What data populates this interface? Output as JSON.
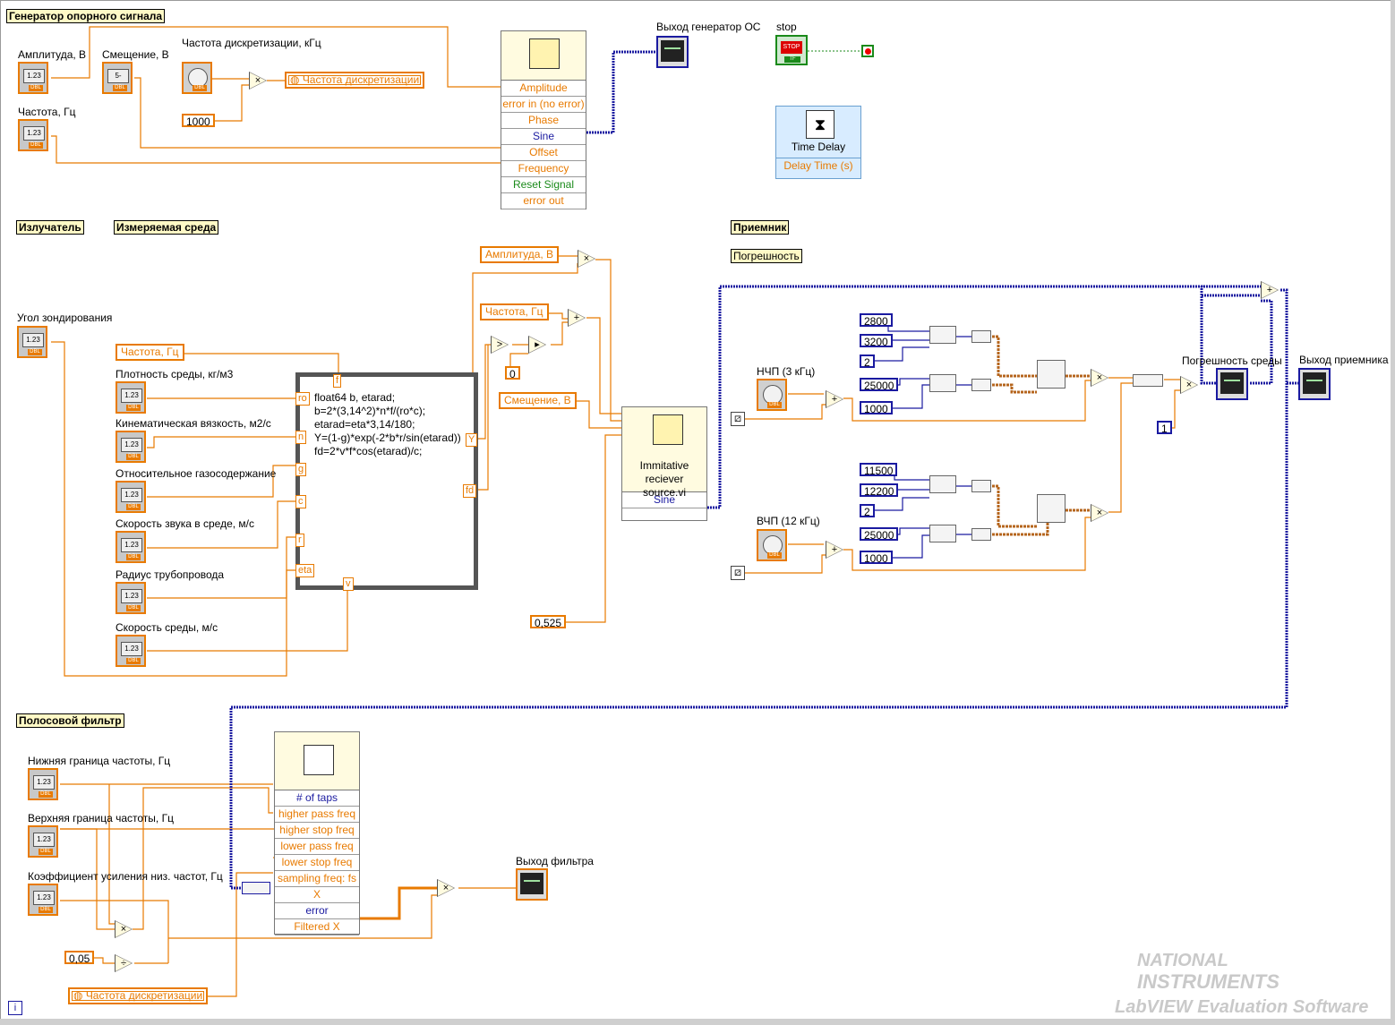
{
  "sections": {
    "generator": "Генератор опорного сигнала",
    "emitter": "Излучатель",
    "medium": "Измеряемая среда",
    "receiver": "Приемник",
    "error": "Погрешность",
    "filter": "Полосовой фильтр"
  },
  "generator": {
    "amplitude_label": "Амплитуда, В",
    "offset_label": "Смещение, В",
    "sample_rate_label": "Частота дискретизации, кГц",
    "frequency_label": "Частота, Гц",
    "const_1000": "1000",
    "local_sample_rate": "Частота дискретизации",
    "output_label": "Выход генератор ОС",
    "node_rows": [
      "Amplitude",
      "error in (no error)",
      "Phase",
      "Sine",
      "Offset",
      "Frequency",
      "Reset Signal",
      "error out"
    ]
  },
  "stop": {
    "label": "stop",
    "face": "STOP",
    "tf": "TF"
  },
  "time_delay": {
    "title": "Time Delay",
    "sub": "Delay Time (s)"
  },
  "medium": {
    "angle_label": "Угол зондирования",
    "local_freq": "Частота, Гц",
    "density_label": "Плотность среды, кг/м3",
    "viscosity_label": "Кинематическая вязкость, м2/с",
    "gas_label": "Относительное газосодержание",
    "sound_label": "Скорость звука в среде, м/с",
    "radius_label": "Радиус трубопровода",
    "velocity_label": "Скорость среды, м/с",
    "formula": "float64 b, etarad;\nb=2*(3,14^2)*n*f/(ro*c);\netarad=eta*3,14/180;\nY=(1-g)*exp(-2*b*r/sin(etarad))\nfd=2*v*f*cos(etarad)/c;",
    "terms_in": [
      "ro",
      "n",
      "g",
      "c",
      "r",
      "eta"
    ],
    "term_f": "f",
    "term_out_Y": "Y",
    "term_out_fd": "fd",
    "term_bottom": "v",
    "local_amp": "Амплитуда, В",
    "local_freq2": "Частота, Гц",
    "local_offset": "Смещение, В",
    "const_0": "0",
    "const_0525": "0,525",
    "source_title": "Immitative\nreciever\nsource.vi",
    "source_out": "Sine"
  },
  "receiver": {
    "lf_label": "НЧП (3 кГц)",
    "hf_label": "ВЧП (12 кГц)",
    "lf_consts": [
      "2800",
      "3200",
      "2",
      "25000",
      "1000"
    ],
    "hf_consts": [
      "11500",
      "12200",
      "2",
      "25000",
      "1000"
    ],
    "const_1": "1",
    "error_label": "Погрешность среды",
    "output_label": "Выход приемника"
  },
  "filter": {
    "low_label": "Нижняя граница частоты, Гц",
    "high_label": "Верхняя граница частоты, Гц",
    "gain_label": "Коэффициент усиления низ. частот, Гц",
    "const_005": "0,05",
    "local_sample_rate": "Частота дискретизации",
    "node_rows": [
      "# of taps",
      "higher pass freq",
      "higher stop freq",
      "lower pass freq",
      "lower stop freq",
      "sampling freq: fs",
      "X",
      "error",
      "Filtered X"
    ],
    "output_label": "Выход фильтра"
  },
  "ops": {
    "mul": "×",
    "add": "+",
    "div": "÷",
    "gt": ">"
  },
  "watermark": {
    "line1": "NATIONAL",
    "line2": "INSTRUMENTS",
    "line3": "LabVIEW Evaluation Software"
  },
  "colors": {
    "orange_wire": "#e87a00",
    "blue_wire": "#1a1aa0",
    "green_wire": "#1a8a1a"
  }
}
